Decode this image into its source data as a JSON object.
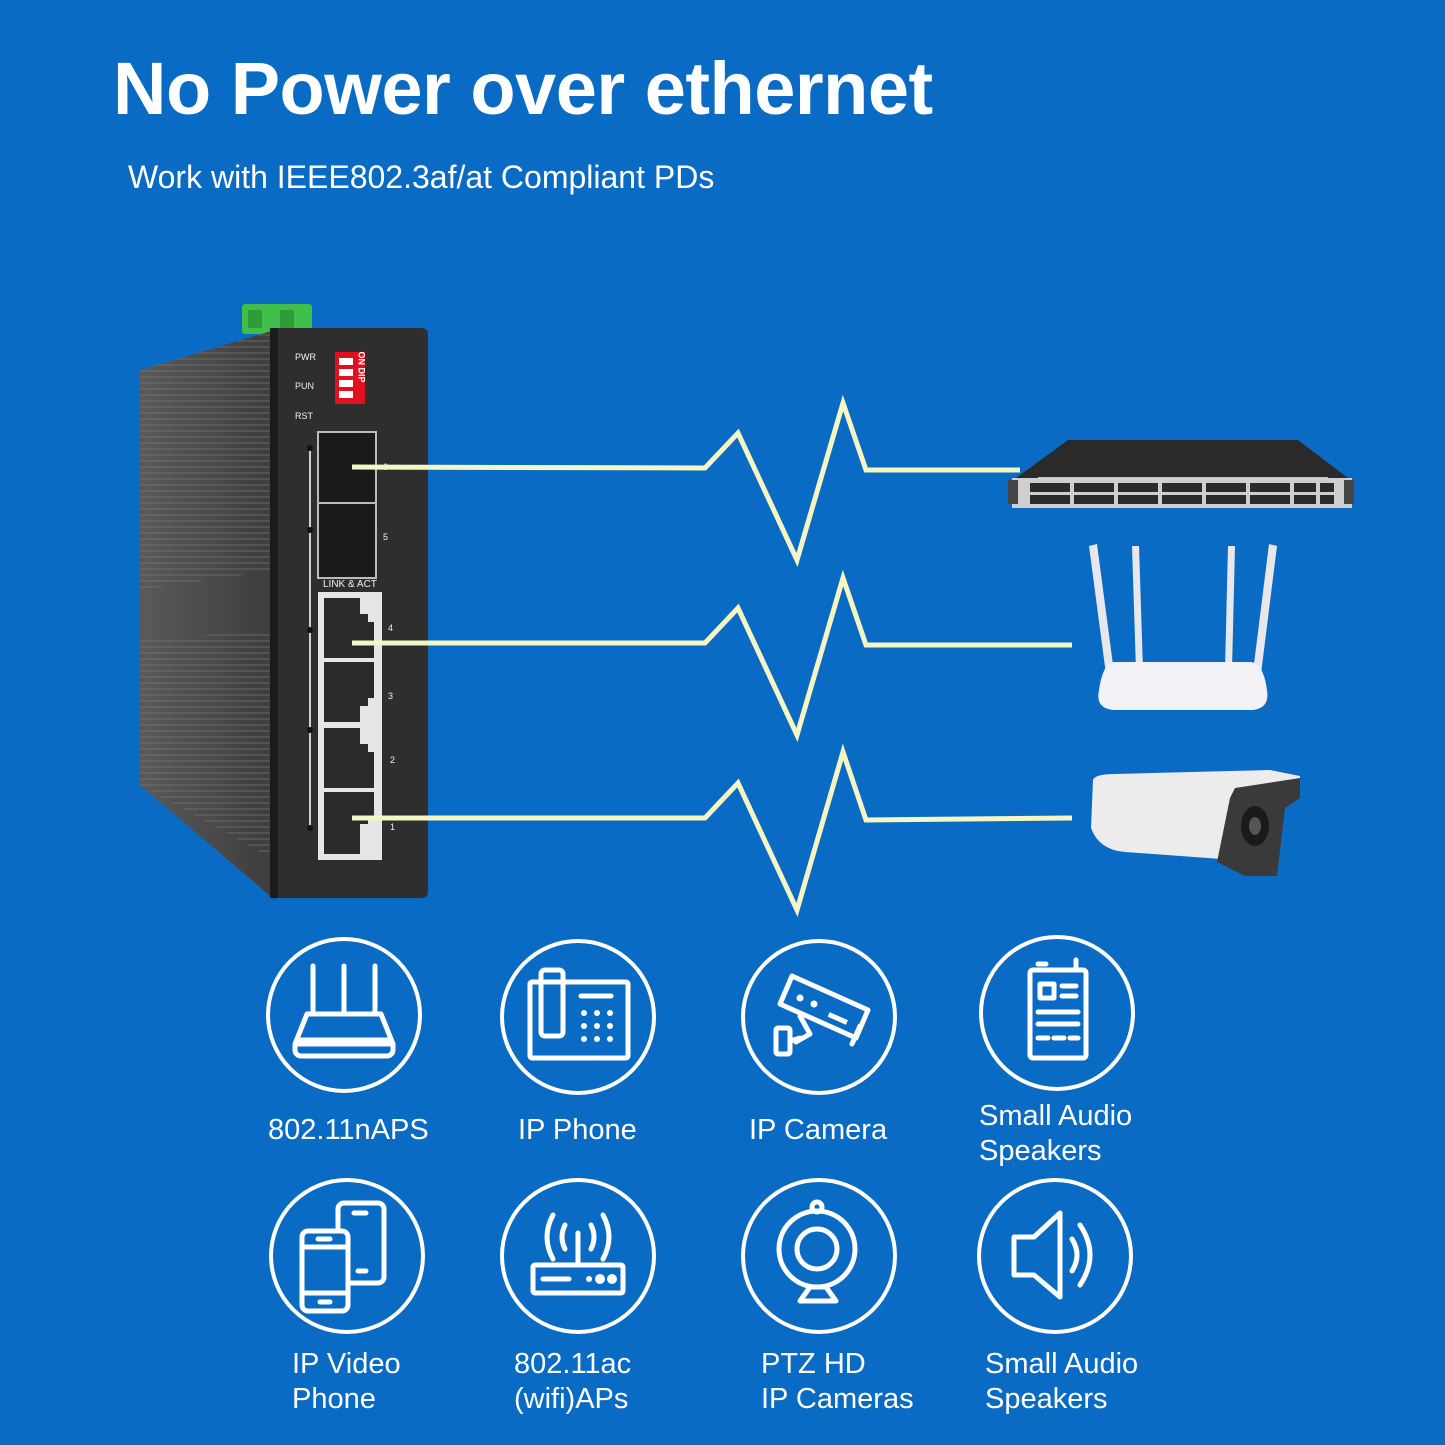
{
  "header": {
    "title": "No Power over ethernet",
    "subtitle": "Work with IEEE802.3af/at Compliant PDs"
  },
  "colors": {
    "background": "#0a6bc4",
    "signal_line": "#f6f6c4",
    "switch_body": "#2e2e2e",
    "dip_switch": "#e0101e",
    "terminal_block": "#3fbf4a"
  },
  "switch_device": {
    "indicators": [
      "PWR",
      "PUN",
      "RST"
    ],
    "dip_switch": {
      "label": "ON DIP",
      "positions": [
        "1",
        "2",
        "3",
        "4"
      ]
    },
    "sfp_ports": [
      "6",
      "5"
    ],
    "link_label": "LINK & ACT",
    "rj45_ports": [
      "4",
      "3",
      "2",
      "1"
    ]
  },
  "connections": [
    {
      "from_port": "6",
      "device": "rack-switch-icon"
    },
    {
      "from_port": "4",
      "device": "wifi-router-icon"
    },
    {
      "from_port": "1",
      "device": "bullet-camera-icon"
    }
  ],
  "devices": [
    {
      "icon": "wifi-router-icon",
      "label": "802.11nAPS"
    },
    {
      "icon": "desk-phone-icon",
      "label": "IP Phone"
    },
    {
      "icon": "security-camera-icon",
      "label": "IP Camera"
    },
    {
      "icon": "walkie-talkie-icon",
      "label_line1": "Small Audio",
      "label_line2": "Speakers"
    },
    {
      "icon": "smartphones-icon",
      "label_line1": "IP Video",
      "label_line2": "Phone"
    },
    {
      "icon": "wireless-ap-icon",
      "label_line1": "802.11ac",
      "label_line2": "(wifi)APs"
    },
    {
      "icon": "webcam-icon",
      "label_line1": "PTZ HD",
      "label_line2": "IP Cameras"
    },
    {
      "icon": "speaker-icon",
      "label_line1": "Small Audio",
      "label_line2": "Speakers"
    }
  ]
}
